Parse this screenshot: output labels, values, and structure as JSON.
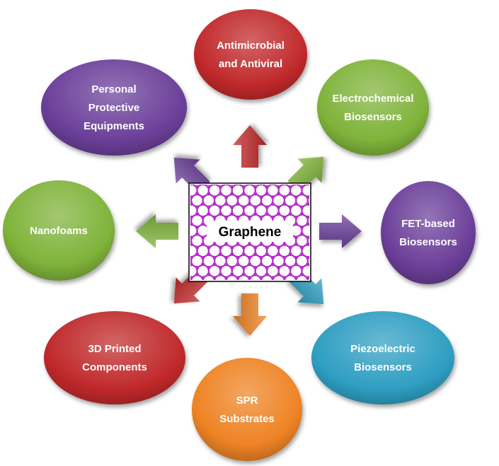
{
  "center": {
    "label": "Graphene"
  },
  "nodes": [
    {
      "id": "antimicrobial",
      "lines": [
        "Antimicrobial",
        "and Antiviral"
      ],
      "color": "#c0292b"
    },
    {
      "id": "electrochemical",
      "lines": [
        "Electrochemical",
        "Biosensors"
      ],
      "color": "#7fb33a"
    },
    {
      "id": "fet",
      "lines": [
        "FET-based",
        "Biosensors"
      ],
      "color": "#6b3f99"
    },
    {
      "id": "piezoelectric",
      "lines": [
        "Piezoelectric",
        "Biosensors"
      ],
      "color": "#2f9ec2"
    },
    {
      "id": "spr",
      "lines": [
        "SPR",
        "Substrates"
      ],
      "color": "#ee8324"
    },
    {
      "id": "3d-printed",
      "lines": [
        "3D Printed",
        "Components"
      ],
      "color": "#c0292b"
    },
    {
      "id": "nanofoams",
      "lines": [
        "Nanofoams"
      ],
      "color": "#7fb33a"
    },
    {
      "id": "ppe",
      "lines": [
        "Personal",
        "Protective",
        "Equipments"
      ],
      "color": "#6b3f99"
    }
  ],
  "arrow_colors": {
    "up": "#c0292b",
    "up-right": "#7fb33a",
    "right": "#6b3f99",
    "down-right": "#2f9ec2",
    "down": "#ee8324",
    "down-left": "#c0292b",
    "left": "#7fb33a",
    "up-left": "#6b3f99"
  },
  "lattice_color": "#b530c8"
}
